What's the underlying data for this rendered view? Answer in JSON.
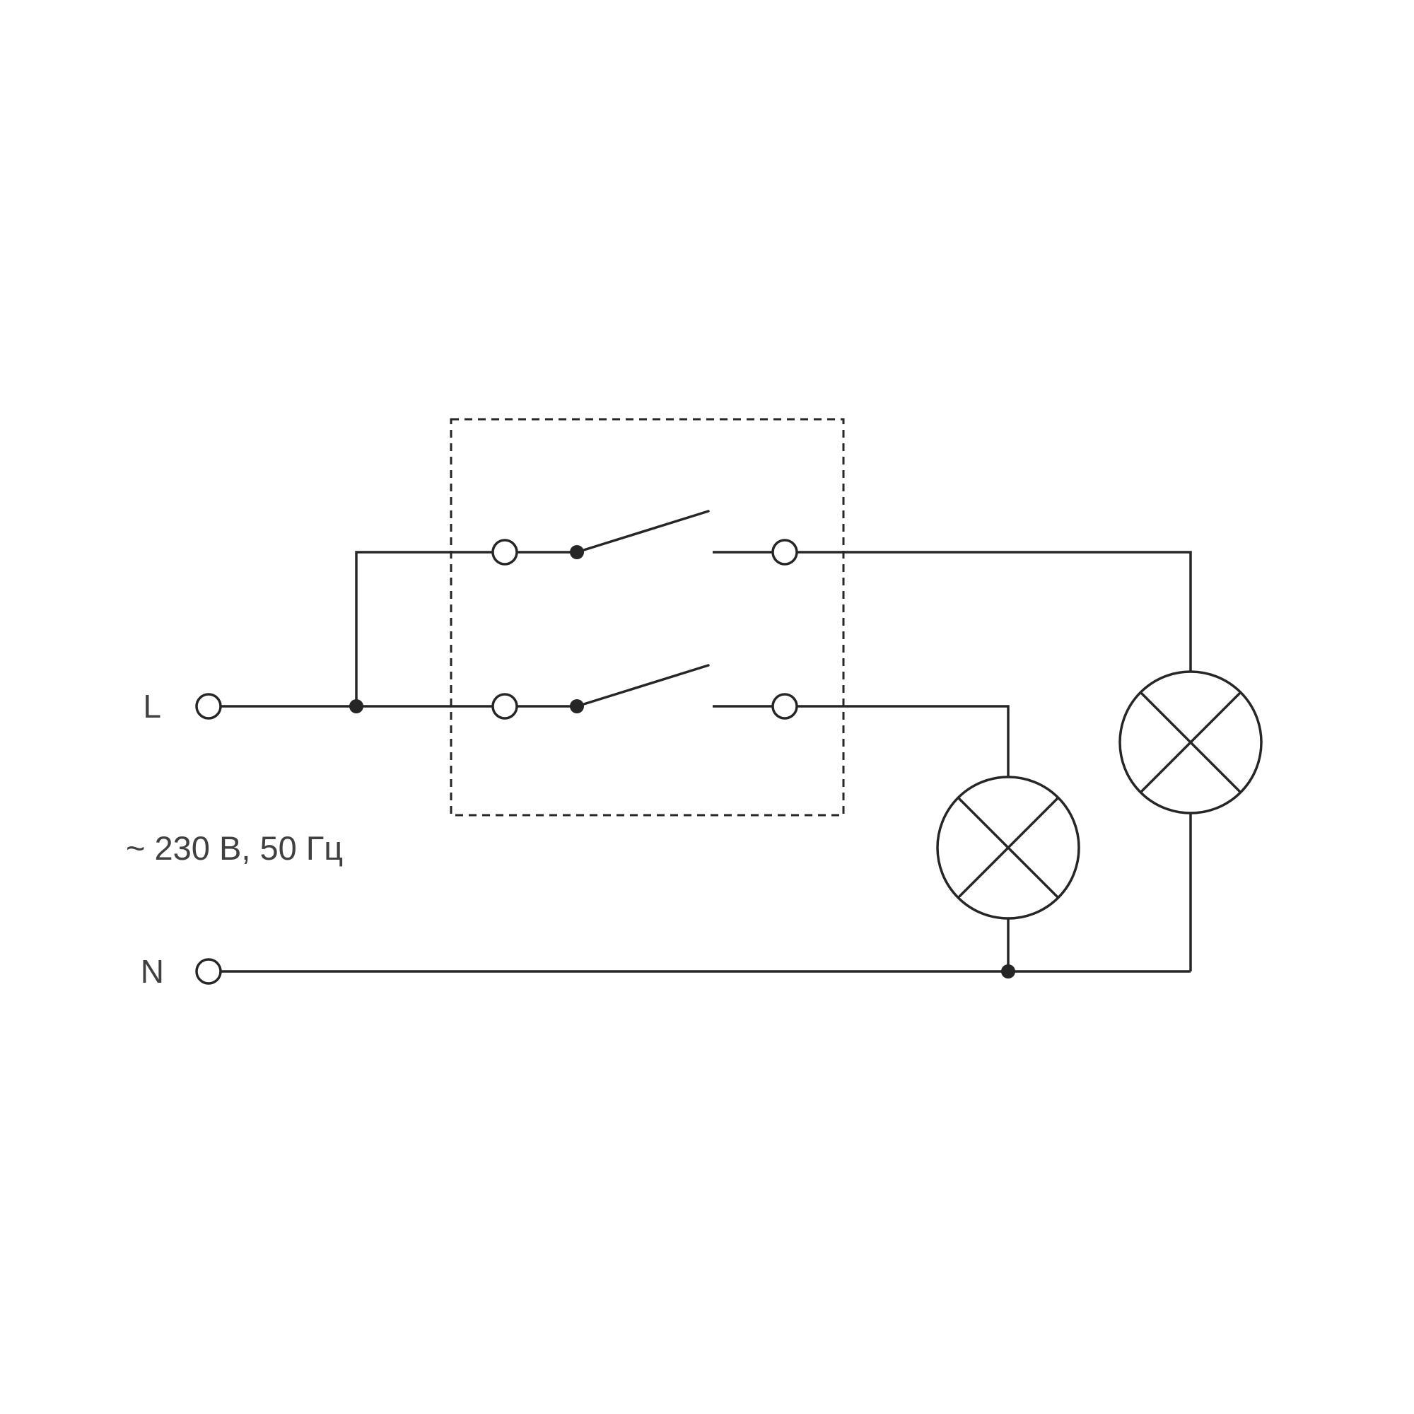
{
  "diagram": {
    "type": "electrical-wiring-schematic",
    "description": "Two-gang switch controlling two lamps",
    "labels": {
      "line": "L",
      "neutral": "N",
      "rating": "~ 230 В, 50 Гц"
    },
    "symbols": {
      "lamp": "lamp-icon (circle with diagonal cross)",
      "switch": "single-pole-switch (terminal, pivot dot, lever)",
      "terminal": "open-circle-terminal",
      "junction": "filled-dot",
      "switch_enclosure": "dashed-rectangle"
    },
    "colors": {
      "stroke": "#262626",
      "text": "#404040",
      "background": "#ffffff"
    },
    "counts": {
      "switches": 2,
      "lamps": 2,
      "terminals_L_N": 2
    }
  }
}
